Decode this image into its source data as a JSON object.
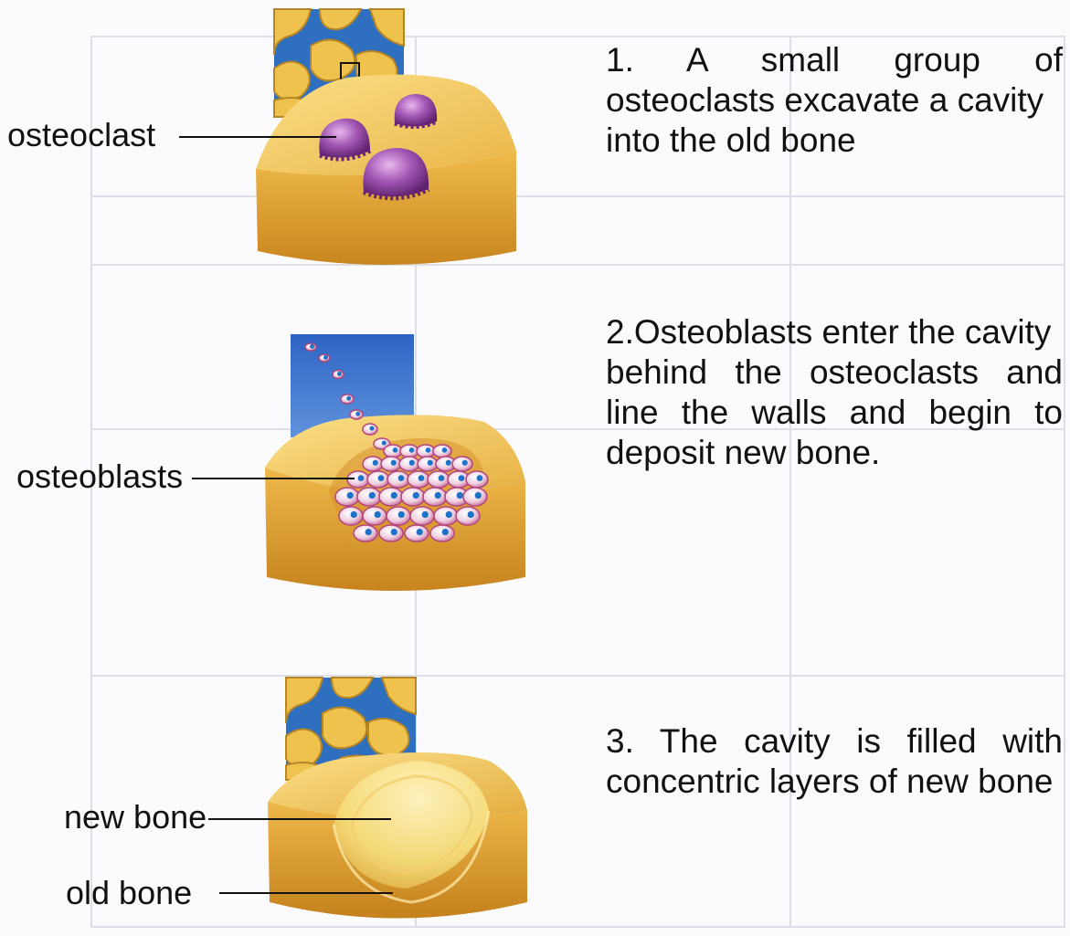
{
  "labels": {
    "osteoclast": "osteoclast",
    "osteoblasts": "osteoblasts",
    "new_bone": "new bone",
    "old_bone": "old bone"
  },
  "steps": [
    {
      "lines": [
        "1.    A    small    group    of",
        "osteoclasts excavate a cavity",
        "into the old bone"
      ]
    },
    {
      "lines": [
        "2.Osteoblasts enter the cavity",
        "behind  the  osteoclasts  and",
        "line  the  walls  and  begin  to",
        "deposit new bone."
      ]
    },
    {
      "lines": [
        "3.  The  cavity  is  filled  with",
        "concentric layers of new bone"
      ]
    }
  ],
  "colors": {
    "bone_top": "#f6cf5c",
    "bone_side": "#e6a93a",
    "bone_front": "#d89628",
    "trabecular_bg": "#2f6fc0",
    "osteoclast": "#8a3f9a",
    "osteoblast_cell": "#f2d6e4",
    "osteoblast_nucleus": "#1e73c8",
    "sky_blue": "#3a6dc8"
  }
}
